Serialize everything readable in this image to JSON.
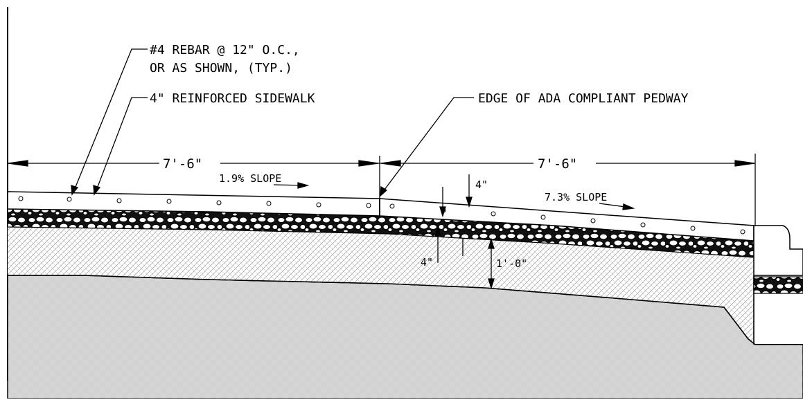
{
  "notes": {
    "rebar": [
      "#4 REBAR @ 12\" O.C.,",
      "OR AS SHOWN, (TYP.)"
    ],
    "sidewalk": "4\" REINFORCED SIDEWALK",
    "pedway_edge": "EDGE OF ADA COMPLIANT PEDWAY"
  },
  "dimensions": {
    "left_width": "7'-6\"",
    "right_width": "7'-6\"",
    "slab_thickness": "4\"",
    "base_thickness": "4\"",
    "subbase_depth": "1'-0\""
  },
  "slopes": {
    "left": "1.9% SLOPE",
    "right": "7.3% SLOPE"
  }
}
